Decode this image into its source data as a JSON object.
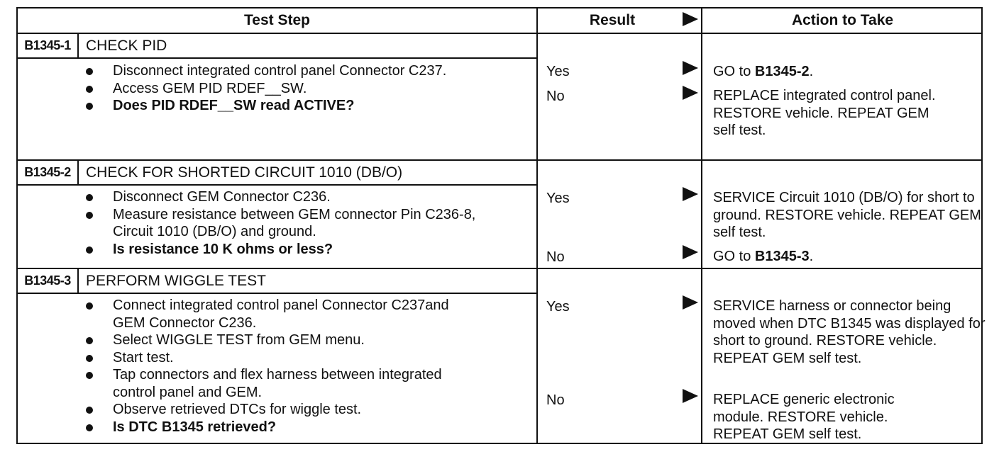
{
  "headers": {
    "test_step": "Test Step",
    "result": "Result",
    "action": "Action to Take"
  },
  "steps": [
    {
      "id": "B1345-1",
      "title": "CHECK PID",
      "bullets": [
        "Disconnect integrated control panel Connector C237.",
        "Access GEM PID RDEF__SW.",
        "Does PID RDEF__SW read ACTIVE?"
      ],
      "results": [
        {
          "label": "Yes",
          "action_pre": "GO to ",
          "action_bold": "B1345-2",
          "action_post": "."
        },
        {
          "label": "No",
          "action_pre": "REPLACE integrated control panel. RESTORE vehicle. REPEAT GEM  self test.",
          "action_bold": "",
          "action_post": ""
        }
      ]
    },
    {
      "id": "B1345-2",
      "title": "CHECK FOR SHORTED CIRCUIT 1010 (DB/O)",
      "bullets": [
        "Disconnect GEM Connector C236.",
        "Measure resistance between GEM connector Pin C236-8, Circuit 1010 (DB/O) and ground.",
        "Is resistance 10 K ohms or less?"
      ],
      "results": [
        {
          "label": "Yes",
          "action_pre": "SERVICE Circuit 1010 (DB/O) for short to ground. RESTORE vehicle. REPEAT GEM self test.",
          "action_bold": "",
          "action_post": ""
        },
        {
          "label": "No",
          "action_pre": "GO to ",
          "action_bold": "B1345-3",
          "action_post": "."
        }
      ]
    },
    {
      "id": "B1345-3",
      "title": "PERFORM WIGGLE TEST",
      "bullets": [
        "Connect integrated control panel Connector C237and GEM Connector C236.",
        "Select WIGGLE TEST from GEM menu.",
        "Start test.",
        "Tap connectors and flex harness between integrated control panel and GEM.",
        "Observe retrieved DTCs for wiggle test.",
        "Is DTC B1345 retrieved?"
      ],
      "results": [
        {
          "label": "Yes",
          "action_pre": "SERVICE harness or connector being moved when DTC B1345 was displayed for short to ground. RESTORE vehicle. REPEAT GEM self test.",
          "action_bold": "",
          "action_post": ""
        },
        {
          "label": "No",
          "action_pre": "REPLACE generic electronic module. RESTORE vehicle. REPEAT GEM self test.",
          "action_bold": "",
          "action_post": ""
        }
      ]
    }
  ]
}
